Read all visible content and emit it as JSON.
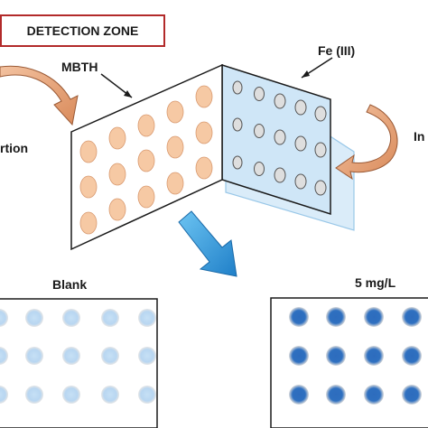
{
  "header": {
    "zone_label": "DETECTION ZONE"
  },
  "labels": {
    "mbth": "MBTH",
    "fe": "Fe (III)",
    "left_cut": "rtion",
    "right_cut": "In",
    "blank": "Blank",
    "concentration": "5 mg/L"
  },
  "colors": {
    "zone_border": "#b22a2a",
    "mbth_spot": "#f6c9a4",
    "fe_spot": "#dcdcdc",
    "fe_panel": "#cfe6f7",
    "arrow_orange": "#e7a47a",
    "arrow_blue": "#2f9fe0",
    "blank_spot": "#bcdaf3",
    "result_spot": "#2f6fbf"
  },
  "icons": {
    "curved_arrow_left": "curved-arrow-icon",
    "curved_arrow_right": "curved-arrow-icon",
    "down_arrow": "down-arrow-icon"
  }
}
